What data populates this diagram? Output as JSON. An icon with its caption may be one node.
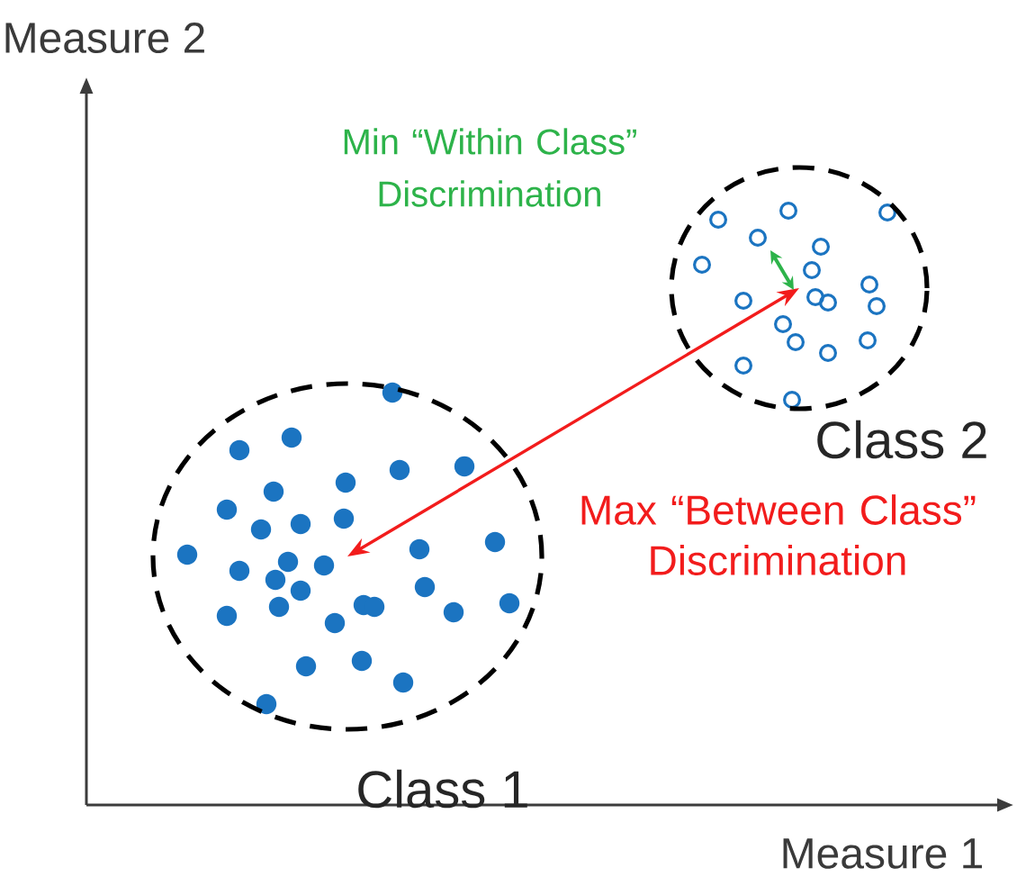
{
  "diagram": {
    "nodes": [
      {
        "text": [
          "Class 2"
        ]
      },
      {
        "text": [
          "Class 1"
        ]
      }
    ],
    "edges": [
      {
        "from": 0,
        "to": 1,
        "arrow": "both",
        "label": "Max “Between Class” Discrimination",
        "color": "#f21c1c"
      }
    ],
    "labels": [
      "Measure 2",
      "Min “Within Class” Discrimination",
      "Measure 1"
    ]
  }
}
